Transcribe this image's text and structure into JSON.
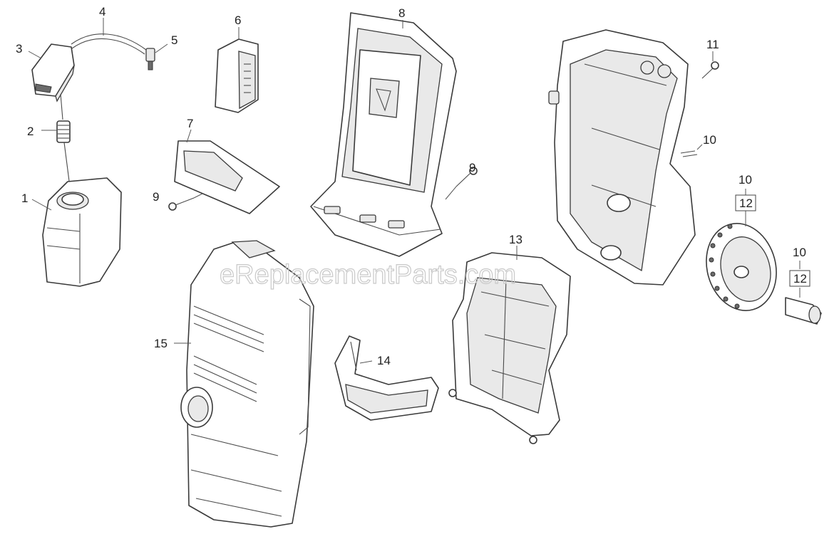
{
  "callouts": [
    "1",
    "2",
    "3",
    "4",
    "5",
    "6",
    "7",
    "8",
    "9",
    "9",
    "10",
    "10",
    "12",
    "10",
    "12",
    "11",
    "13",
    "14",
    "15"
  ],
  "watermark": "eReplacementParts.com"
}
